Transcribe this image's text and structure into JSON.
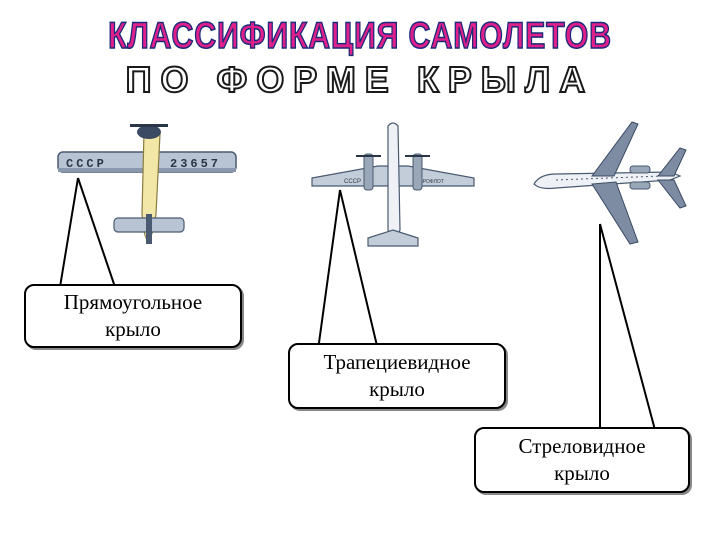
{
  "title": {
    "line1": "КЛАССИФИКАЦИЯ САМОЛЕТОВ",
    "line2": "ПО ФОРМЕ КРЫЛА"
  },
  "aircraft": [
    {
      "name": "straight-wing-biplane",
      "wing_text_left": "СССР",
      "wing_text_right": "23657",
      "label_line1": "Прямоугольное",
      "label_line2": "крыло"
    },
    {
      "name": "tapered-wing-turboprop",
      "wing_text_left": "СССР",
      "wing_text_right": "АЭРОФЛОТ",
      "label_line1": "Трапециевидное",
      "label_line2": "крыло"
    },
    {
      "name": "swept-wing-jet",
      "label_line1": "Стреловидное",
      "label_line2": "крыло"
    }
  ],
  "colors": {
    "title_fill": "#e0208a",
    "title_outline": "#1a2a7a",
    "aircraft_body": "#b8c4d4",
    "aircraft_dark": "#4a5a70"
  }
}
